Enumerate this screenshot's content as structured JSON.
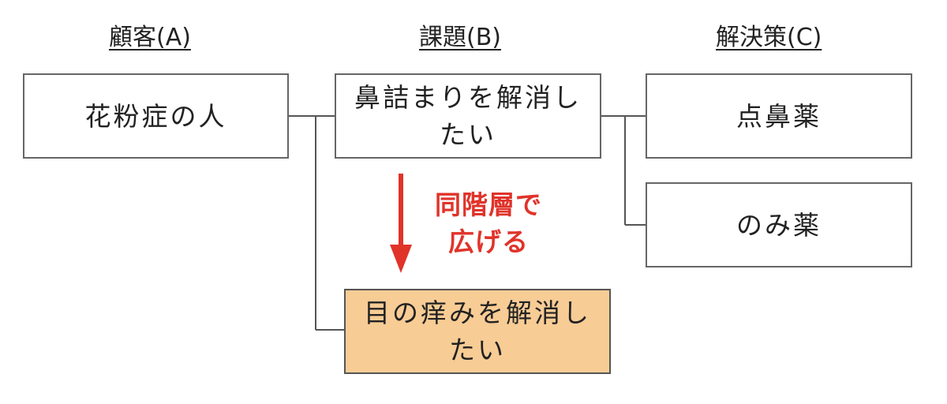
{
  "headers": {
    "a": "顧客(A)",
    "b": "課題(B)",
    "c": "解決策(C)"
  },
  "boxes": {
    "customer": "花粉症の人",
    "problem_1": "鼻詰まりを解消したい",
    "problem_2": "目の痒みを解消したい",
    "solution_1": "点鼻薬",
    "solution_2": "のみ薬"
  },
  "annotation": {
    "line1": "同階層で",
    "line2": "広げる"
  },
  "colors": {
    "highlight_fill": "#f8cc95",
    "arrow_red": "#e0332a",
    "border": "#666666"
  }
}
